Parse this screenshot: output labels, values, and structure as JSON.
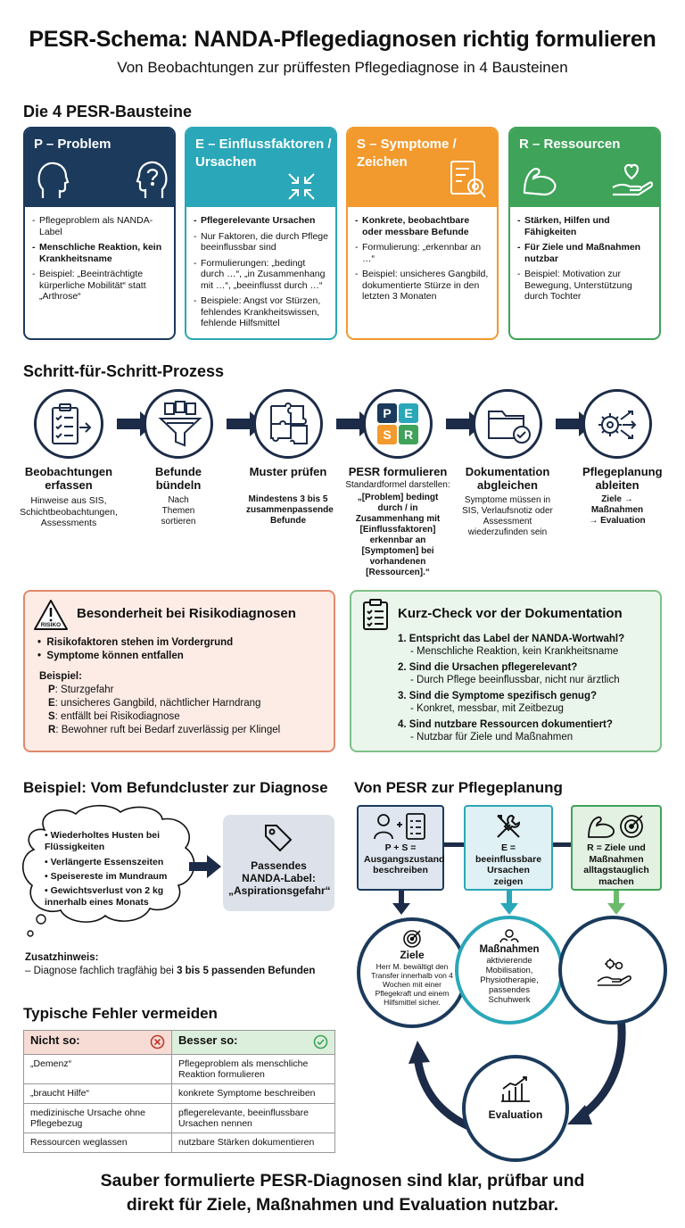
{
  "title": "PESR-Schema: NANDA-Pflegediagnosen richtig formulieren",
  "subtitle": "Von Beobachtungen zur prüffesten Pflegediagnose in 4 Bausteinen",
  "section_bausteine": "Die 4 PESR-Bausteine",
  "cards": [
    {
      "title": "P – Problem",
      "color": "#1b3a5c",
      "items": [
        "Pflegeproblem als NANDA-Label",
        "Menschliche Reaktion, kein Krankheitsname",
        "Beispiel: „Beeinträchtigte kürperliche Mobilität“ statt „Arthrose“"
      ]
    },
    {
      "title": "E – Einflussfaktoren / Ursachen",
      "color": "#2aa7b8",
      "items": [
        "Pflegerelevante Ursachen",
        "Nur Faktoren, die durch Pflege beeinflussbar sind",
        "Formulierungen: „bedingt durch …“, „in Zusammenhang mit …“, „beeinflusst durch …“",
        "Beispiele: Angst vor Stürzen, fehlendes Krankheitswissen, fehlende Hilfsmittel"
      ]
    },
    {
      "title": "S – Symptome / Zeichen",
      "color": "#f29a2e",
      "items": [
        "Konkrete, beobachtbare oder messbare Befunde",
        "Formulierung: „erkennbar an …“",
        "Beispiel: unsicheres Gangbild, dokumentierte Stürze in den letzten 3 Monaten"
      ]
    },
    {
      "title": "R – Ressourcen",
      "color": "#3fa35a",
      "items": [
        "Stärken, Hilfen und Fähigkeiten",
        "Für Ziele und Maßnahmen nutzbar",
        "Beispiel: Motivation zur Bewegung, Unterstützung durch Tochter"
      ]
    }
  ],
  "section_prozess": "Schritt-für-Schritt-Prozess",
  "steps": [
    {
      "label": "Beobachtungen erfassen",
      "desc": "Hinweise aus SIS, Schichtbeobachtungen, Assessments"
    },
    {
      "label": "Befunde bündeln",
      "desc": "Nach Themen sortieren"
    },
    {
      "label": "Muster prüfen",
      "desc": "Mindestens 3 bis 5 zusammenpassende Befunde"
    },
    {
      "label": "PESR formulieren",
      "desc_intro": "Standardformel darstellen:",
      "desc": "„[Problem] bedingt durch / in Zusammenhang mit [Einflussfaktoren] erkennbar an [Symptomen] bei vorhandenen [Ressourcen].“"
    },
    {
      "label": "Dokumentation abgleichen",
      "desc": "Symptome müssen in SIS, Verlaufsnotiz oder Assessment wiederzufinden sein"
    },
    {
      "label": "Pflegeplanung ableiten",
      "desc": "Ziele → Maßnahmen → Evaluation"
    }
  ],
  "pesr_letters": [
    "P",
    "E",
    "S",
    "R"
  ],
  "risk": {
    "icon_text": "RISIKO",
    "title": "Besonderheit bei Risikodiagnosen",
    "bullets": [
      "Risikofaktoren stehen im Vordergrund",
      "Symptome können entfallen"
    ],
    "example_label": "Beispiel:",
    "example": [
      {
        "k": "P",
        "v": ": Sturzgefahr"
      },
      {
        "k": "E",
        "v": ": unsicheres Gangbild, nächtlicher Harndrang"
      },
      {
        "k": "S",
        "v": ": entfällt bei Risikodiagnose"
      },
      {
        "k": "R",
        "v": ": Bewohner ruft bei Bedarf zuverlässig per Klingel"
      }
    ]
  },
  "check": {
    "title": "Kurz-Check vor der Dokumentation",
    "items": [
      {
        "q": "1. Entspricht das Label der NANDA-Wortwahl?",
        "a": "- Menschliche Reaktion, kein Krankheitsname"
      },
      {
        "q": "2. Sind die Ursachen pflegerelevant?",
        "a": "- Durch Pflege beeinflussbar, nicht nur ärztlich"
      },
      {
        "q": "3. Sind die Symptome spezifisch genug?",
        "a": "- Konkret, messbar, mit Zeitbezug"
      },
      {
        "q": "4. Sind nutzbare Ressourcen dokumentiert?",
        "a": "- Nutzbar für Ziele und Maßnahmen"
      }
    ]
  },
  "section_beispiel": "Beispiel: Vom Befundcluster zur Diagnose",
  "cluster": [
    "Wiederholtes Husten bei Flüssigkeiten",
    "Verlängerte Essenszeiten",
    "Speisereste im Mundraum",
    "Gewichtsverlust von 2 kg innerhalb eines Monats"
  ],
  "label_box": "Passendes NANDA-Label: „Aspirationsgefahr“",
  "zusatz_title": "Zusatzhinweis:",
  "zusatz_pre": "– Diagnose fachlich tragfähig bei ",
  "zusatz_bold": "3 bis 5 passenden Befunden",
  "section_fehler": "Typische Fehler vermeiden",
  "table": {
    "head_bad": "Nicht so:",
    "head_good": "Besser so:",
    "rows": [
      [
        "„Demenz“",
        "Pflegeproblem als menschliche Reaktion formulieren"
      ],
      [
        "„braucht Hilfe“",
        "konkrete Symptome beschreiben"
      ],
      [
        "medizinische Ursache ohne Pflegebezug",
        "pflegerelevante, beeinflussbare Ursachen nennen"
      ],
      [
        "Ressourcen weglassen",
        "nutzbare Stärken dokumentieren"
      ]
    ]
  },
  "section_planung": "Von PESR zur Pflegeplanung",
  "plan_boxes": [
    "P + S = Ausgangszustand beschreiben",
    "E = beeinflussbare Ursachen zeigen",
    "R = Ziele und Maßnahmen alltagstauglich machen"
  ],
  "cycle": {
    "ziele_title": "Ziele",
    "ziele_text": "Herr M. bewältigt den Transfer innerhalb von 4 Wochen mit einer Pflegekraft und einem Hilfsmittel sicher.",
    "massnahmen_title": "Maßnahmen",
    "massnahmen_text": "aktivierende Mobilisation, Physiotherapie, passendes Schuhwerk",
    "evaluation_title": "Evaluation"
  },
  "footer": "Sauber formulierte PESR-Diagnosen sind klar, prüfbar und direkt für Ziele, Maßnahmen und Evaluation nutzbar.",
  "colors": {
    "navy": "#1b3a5c",
    "teal": "#2aa7b8",
    "orange": "#f29a2e",
    "green": "#3fa35a",
    "risk": "#e0896c",
    "check": "#7fbf88"
  }
}
